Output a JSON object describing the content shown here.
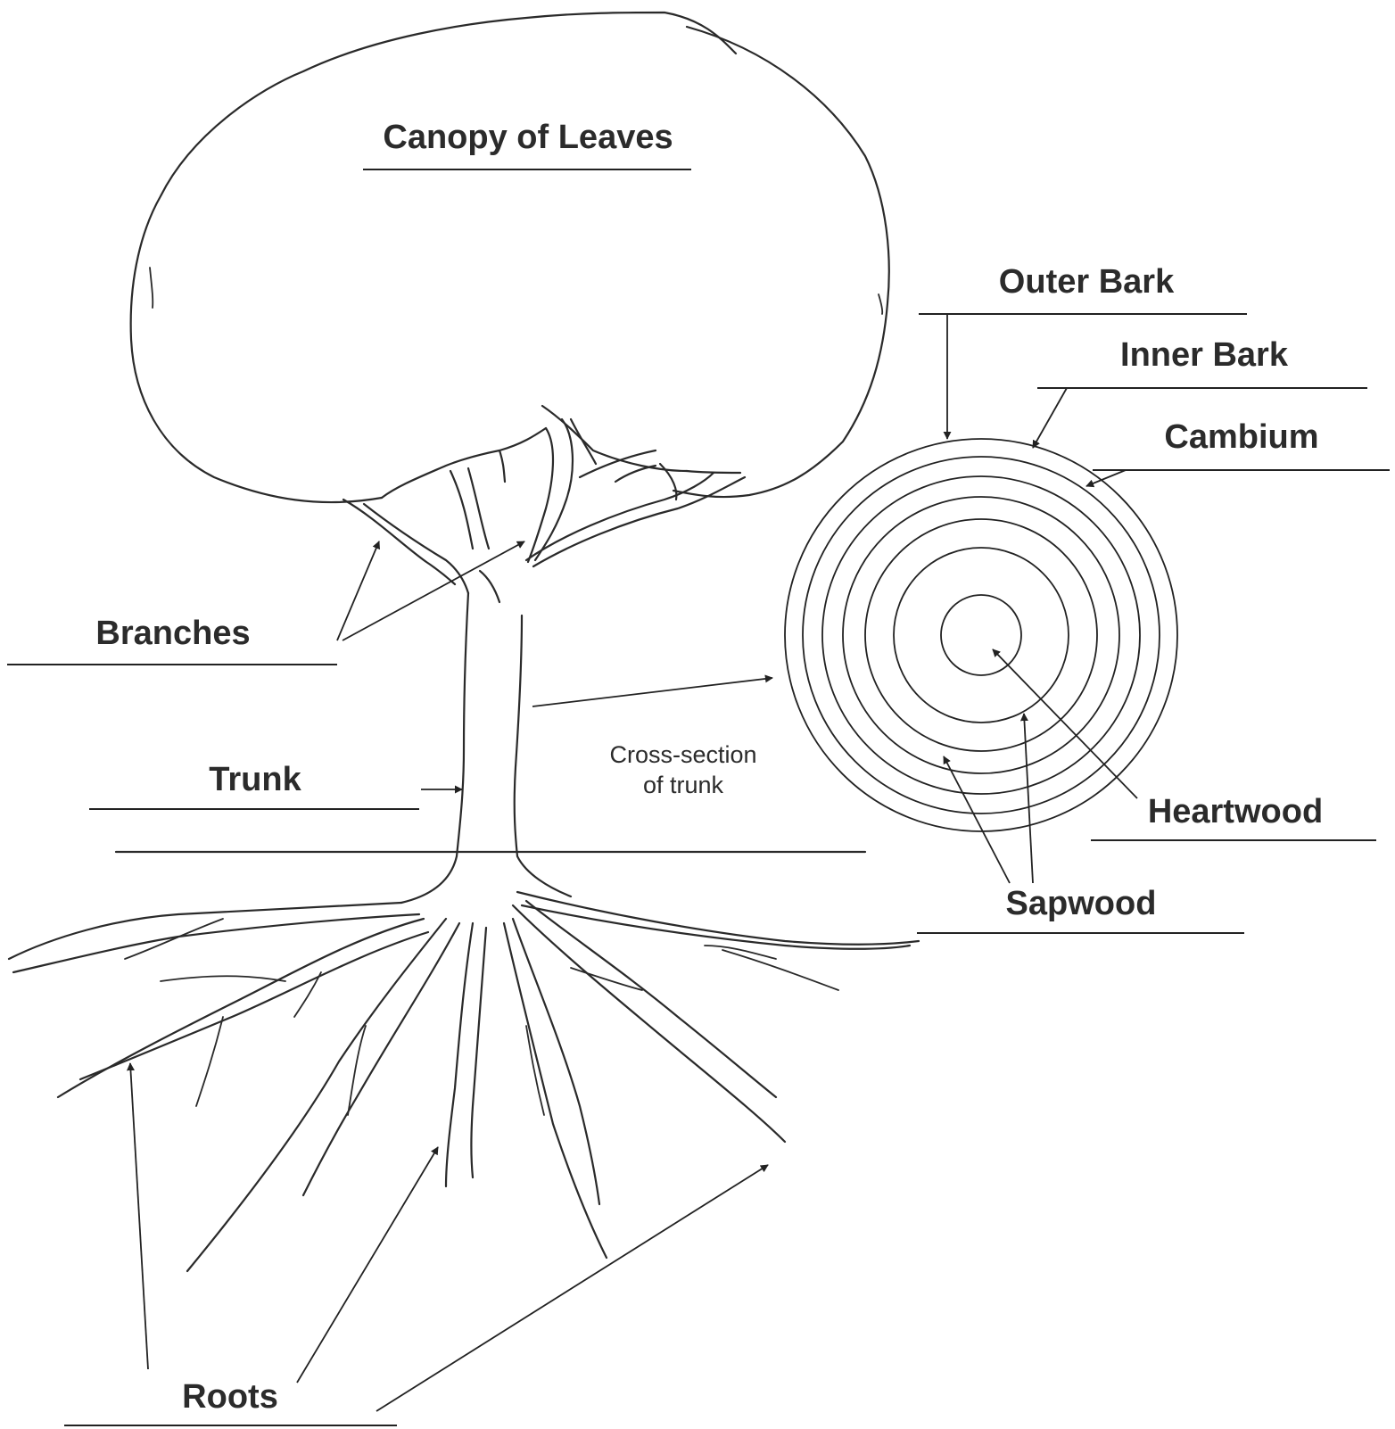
{
  "labels": {
    "canopy": "Canopy of Leaves",
    "outer_bark": "Outer Bark",
    "inner_bark": "Inner Bark",
    "cambium": "Cambium",
    "branches": "Branches",
    "trunk": "Trunk",
    "heartwood": "Heartwood",
    "sapwood": "Sapwood",
    "roots": "Roots"
  },
  "cross_section_note": {
    "line1": "Cross-section",
    "line2": "of trunk"
  },
  "colors": {
    "ink": "#2a2a2a",
    "background": "#ffffff"
  }
}
